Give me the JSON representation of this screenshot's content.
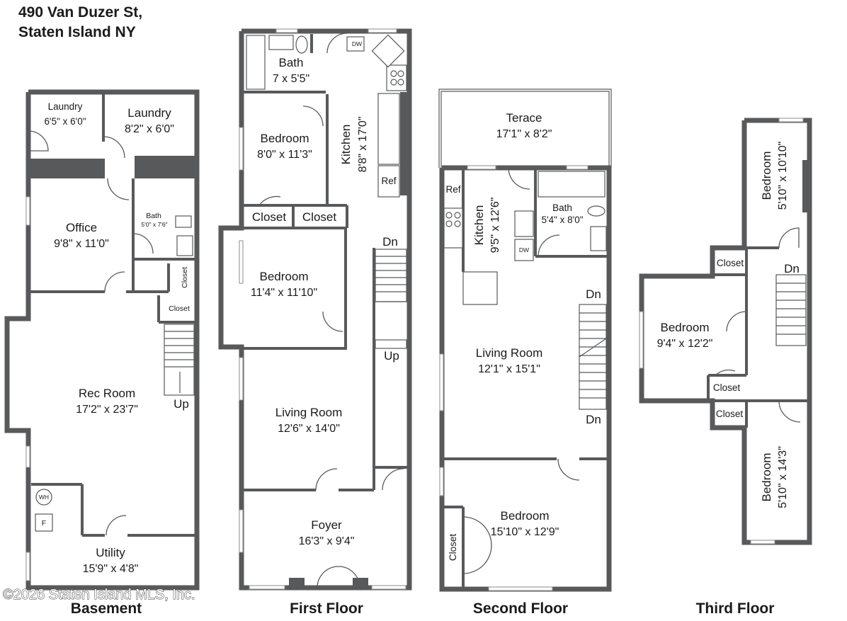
{
  "header": {
    "address_line1": "490 Van Duzer St,",
    "address_line2": "Staten Island NY"
  },
  "copyright": "©2026 Staten Island MLS, Inc.",
  "floors": {
    "basement": {
      "label": "Basement",
      "rooms": {
        "laundry1": {
          "name": "Laundry",
          "dim": "6'5\" x 6'0\""
        },
        "laundry2": {
          "name": "Laundry",
          "dim": "8'2\" x 6'0\""
        },
        "office": {
          "name": "Office",
          "dim": "9'8\" x 11'0\""
        },
        "bath": {
          "name": "Bath",
          "dim": "5'0\" x 7'6\""
        },
        "closet1": {
          "name": "Closet"
        },
        "closet2": {
          "name": "Closet"
        },
        "rec": {
          "name": "Rec Room",
          "dim": "17'2\" x 23'7\""
        },
        "utility": {
          "name": "Utility",
          "dim": "15'9\" x 4'8\""
        },
        "wh": "WH",
        "f": "F",
        "stairs": "Up"
      }
    },
    "first": {
      "label": "First Floor",
      "rooms": {
        "bath": {
          "name": "Bath",
          "dim": "7 x 5'5\""
        },
        "bedroom1": {
          "name": "Bedroom",
          "dim": "8'0\" x 11'3\""
        },
        "kitchen": {
          "name": "Kitchen",
          "dim": "8'8\" x 17'0\""
        },
        "closet1": {
          "name": "Closet"
        },
        "closet2": {
          "name": "Closet"
        },
        "bedroom2": {
          "name": "Bedroom",
          "dim": "11'4\" x 11'10\""
        },
        "living": {
          "name": "Living Room",
          "dim": "12'6\" x 14'0\""
        },
        "foyer": {
          "name": "Foyer",
          "dim": "16'3\" x 9'4\""
        },
        "dw": "DW",
        "ref": "Ref",
        "stairs_dn": "Dn",
        "stairs_up": "Up"
      }
    },
    "second": {
      "label": "Second Floor",
      "rooms": {
        "terrace": {
          "name": "Terace",
          "dim": "17'1\" x 8'2\""
        },
        "kitchen": {
          "name": "Kitchen",
          "dim": "9'5\" x 12'6\""
        },
        "bath": {
          "name": "Bath",
          "dim": "5'4\" x 8'0\""
        },
        "living": {
          "name": "Living Room",
          "dim": "12'1\" x 15'1\""
        },
        "bedroom": {
          "name": "Bedroom",
          "dim": "15'10\" x 12'9\""
        },
        "closet": {
          "name": "Closet"
        },
        "ref": "Ref",
        "dw": "DW",
        "stairs_dn1": "Dn",
        "stairs_dn2": "Dn"
      }
    },
    "third": {
      "label": "Third Floor",
      "rooms": {
        "bedroom1": {
          "name": "Bedroom",
          "dim": "5'10\" x 10'10\""
        },
        "bedroom2": {
          "name": "Bedroom",
          "dim": "9'4\" x 12'2\""
        },
        "bedroom3": {
          "name": "Bedroom",
          "dim": "5'10\" x 14'3\""
        },
        "closet1": {
          "name": "Closet"
        },
        "closet2": {
          "name": "Closet"
        },
        "closet3": {
          "name": "Closet"
        },
        "stairs": "Dn"
      }
    }
  }
}
